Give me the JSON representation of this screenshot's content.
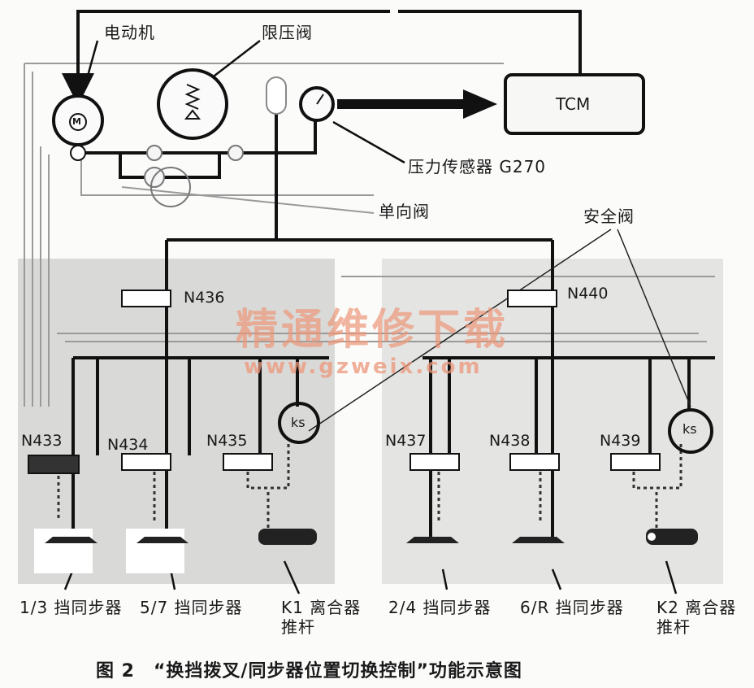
{
  "labels": {
    "motor": "电动机",
    "limit_valve": "限压阀",
    "tcm": "TCM",
    "pressure_sensor": "压力传感器 G270",
    "check_valve": "单向阀",
    "safety_valve": "安全阀",
    "motor_symbol": "M",
    "ks_left": "ks",
    "ks_right": "ks"
  },
  "valves": {
    "n433": "N433",
    "n434": "N434",
    "n435": "N435",
    "n436": "N436",
    "n437": "N437",
    "n438": "N438",
    "n439": "N439",
    "n440": "N440"
  },
  "targets": {
    "t13": "1/3 挡同步器",
    "t57": "5/7 挡同步器",
    "k1_line1": "K1 离合器",
    "k1_line2": "推杆",
    "t24": "2/4 挡同步器",
    "t6r": "6/R 挡同步器",
    "k2_line1": "K2 离合器",
    "k2_line2": "推杆"
  },
  "watermark": {
    "cn": "精通维修下载",
    "url": "www.gzweix.com"
  },
  "caption": "图 2　“换挡拨叉/同步器位置切换控制”功能示意图"
}
